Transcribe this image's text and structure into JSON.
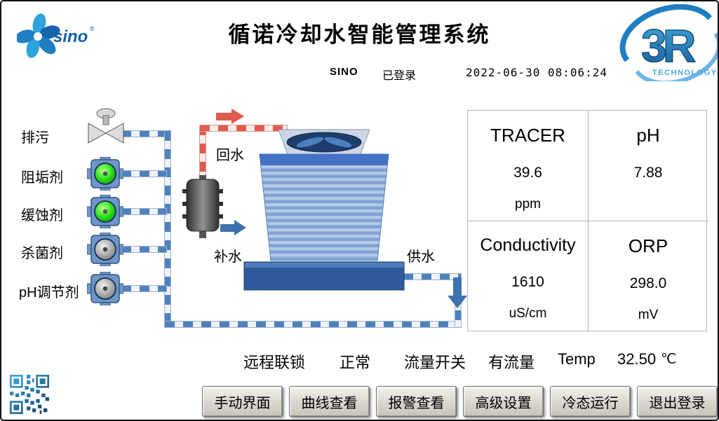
{
  "header": {
    "title": "循诺冷却水智能管理系统",
    "user": "SINO",
    "login_status": "已登录",
    "datetime": "2022-06-30  08:06:24"
  },
  "logos": {
    "sino": "sino",
    "r3": "3R",
    "r3_sub": "TECHNOLOGY"
  },
  "diagram": {
    "chem_labels": [
      "排污",
      "阻垢剂",
      "缓蚀剂",
      "杀菌剂",
      "pH调节剂"
    ],
    "return_label": "回水",
    "makeup_label": "补水",
    "supply_label": "供水"
  },
  "panel": {
    "cells": [
      {
        "title": "TRACER",
        "value": "39.6",
        "unit": "ppm"
      },
      {
        "title": "pH",
        "value": "7.88",
        "unit": ""
      },
      {
        "title": "Conductivity",
        "value": "1610",
        "unit": "uS/cm"
      },
      {
        "title": "ORP",
        "value": "298.0",
        "unit": "mV"
      }
    ]
  },
  "status": {
    "interlock_label": "远程联锁",
    "interlock_value": "正常",
    "flow_label": "流量开关",
    "flow_value": "有流量",
    "temp_label": "Temp",
    "temp_value": "32.50",
    "temp_unit": "℃"
  },
  "buttons": [
    "手动界面",
    "曲线查看",
    "报警查看",
    "高级设置",
    "冷态运行",
    "退出登录"
  ],
  "colors": {
    "accent_blue": "#4f81bd",
    "pipe_red": "#e05a4e",
    "tower_blue": "#7fa3d4",
    "basin_blue": "#2f5b9d",
    "pump_on_green": "#2ee018",
    "pump_off_gray": "#a8a8a8"
  }
}
